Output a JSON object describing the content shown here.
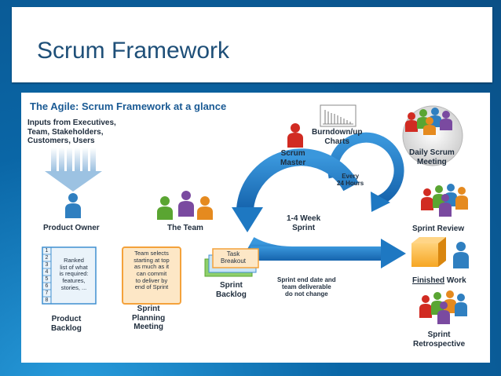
{
  "slide": {
    "title": "Scrum Framework"
  },
  "diagram": {
    "heading": "The Agile: Scrum Framework at a glance",
    "inputs": [
      "Inputs from Executives,",
      "Team, Stakeholders,",
      "Customers, Users"
    ],
    "product_owner": "Product Owner",
    "the_team": "The Team",
    "scrum_master": [
      "Scrum",
      "Master"
    ],
    "burndown_charts": [
      "Burndown/up",
      "Charts"
    ],
    "daily_scrum": [
      "Daily Scrum",
      "Meeting"
    ],
    "every_24_hours": [
      "Every",
      "24 Hours"
    ],
    "sprint_length": [
      "1-4 Week",
      "Sprint"
    ],
    "sprint_review": "Sprint Review",
    "task_breakout": [
      "Task",
      "Breakout"
    ],
    "sprint_backlog": [
      "Sprint",
      "Backlog"
    ],
    "sprint_end_note": [
      "Sprint end date and",
      "team deliverable",
      "do not change"
    ],
    "finished_work": {
      "emph": "Finished",
      "rest": " Work"
    },
    "sprint_retrospective": [
      "Sprint",
      "Retrospective"
    ],
    "product_backlog": [
      "Product",
      "Backlog"
    ],
    "backlog_numbers": [
      "1",
      "2",
      "3",
      "4",
      "5",
      "6",
      "7",
      "8"
    ],
    "ranked_list": [
      "Ranked",
      "list of what",
      "is required:",
      "features,",
      "stories, ..."
    ],
    "team_selects": [
      "Team selects",
      "starting at top",
      "as much as it",
      "can commit",
      "to deliver by",
      "end of Sprint"
    ],
    "sprint_planning": [
      "Sprint",
      "Planning",
      "Meeting"
    ],
    "colors": {
      "heading": "#1a5a94",
      "arrow_blue": "#1e78c2",
      "person_red": "#d12b22",
      "person_green": "#5aa532",
      "person_blue": "#2f7fc0",
      "person_purple": "#7a4aa0",
      "person_orange": "#e58a1f",
      "card_orange": "#f4a23b",
      "card_orange_fill": "#fde7c6",
      "box_orange": "#f5a020"
    }
  }
}
